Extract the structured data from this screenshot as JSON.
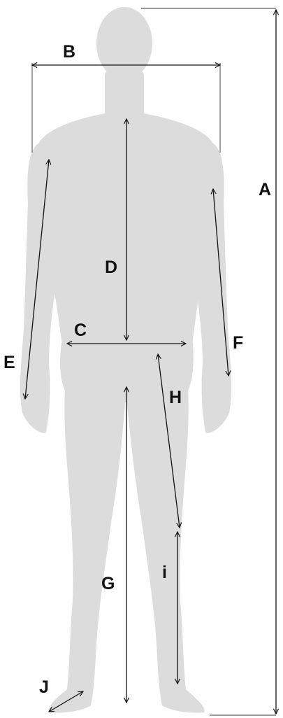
{
  "figure": {
    "colors": {
      "silhouette": "#dcdcdc",
      "lines": "#111111",
      "background": "#ffffff"
    },
    "labels": {
      "A": "A",
      "B": "B",
      "C": "C",
      "D": "D",
      "E": "E",
      "F": "F",
      "G": "G",
      "H": "H",
      "I": "i",
      "J": "J"
    }
  }
}
